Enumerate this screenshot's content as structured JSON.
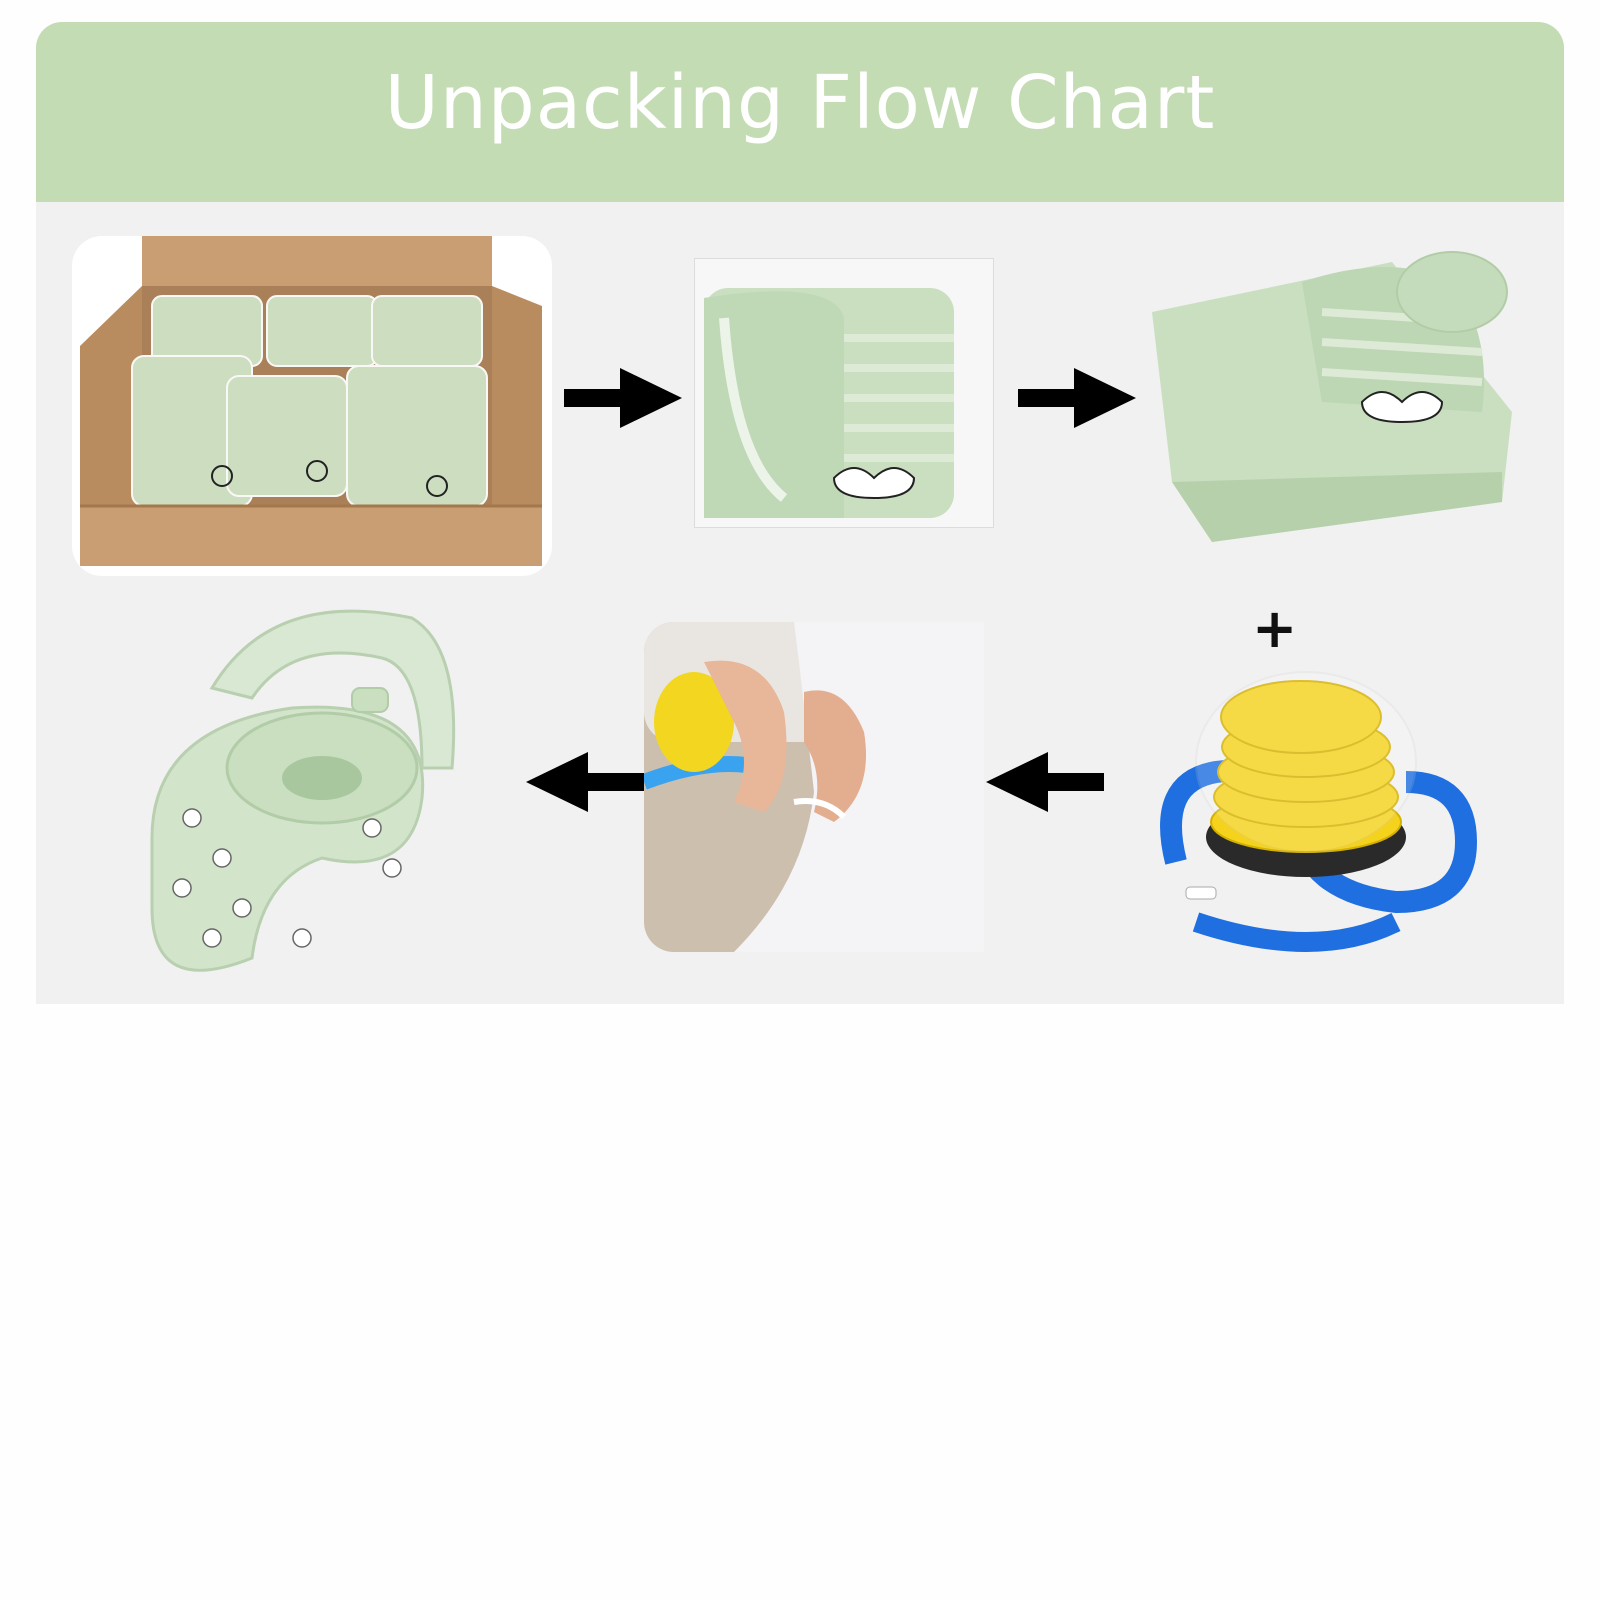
{
  "title": "Unpacking Flow Chart",
  "colors": {
    "header": "#c4dcb4",
    "panel": "#f1f1f1",
    "product_green": "#c9dfc0",
    "arrow": "#000000",
    "pump_yellow": "#f5d21c",
    "hose_blue": "#1f6fe0",
    "box_cardboard": "#c99e72"
  },
  "steps": [
    {
      "id": 1,
      "icon": "shipping-box-icon"
    },
    {
      "id": 2,
      "icon": "sealed-bag-icon"
    },
    {
      "id": 3,
      "icon": "folded-float-icon"
    },
    {
      "id": 4,
      "icon": "foot-pump-icon"
    },
    {
      "id": 5,
      "icon": "inflating-hands-icon"
    },
    {
      "id": 6,
      "icon": "inflated-float-icon"
    }
  ],
  "plus_sign": "+",
  "arrows": [
    "right",
    "right",
    "left",
    "left"
  ]
}
